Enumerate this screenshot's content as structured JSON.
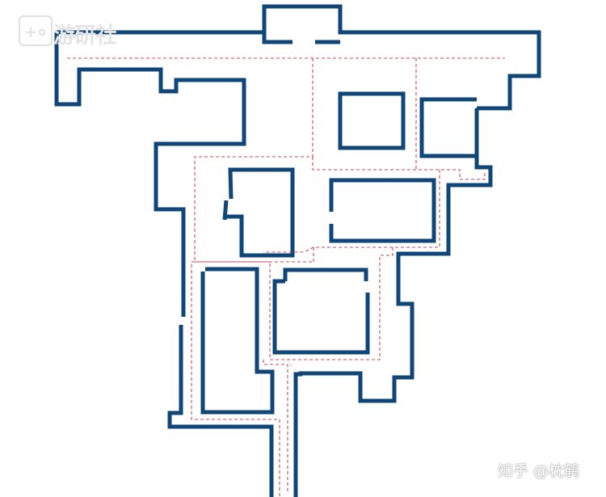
{
  "watermark": {
    "logo_text": "游研社",
    "logo_icon": "gamepad-icon"
  },
  "credit": "知乎 @枕鹤",
  "colors": {
    "wall": "#0f4677",
    "route": "#d4455a",
    "background": "#ffffff"
  },
  "map": {
    "type": "floor-plan",
    "legend": ""
  }
}
